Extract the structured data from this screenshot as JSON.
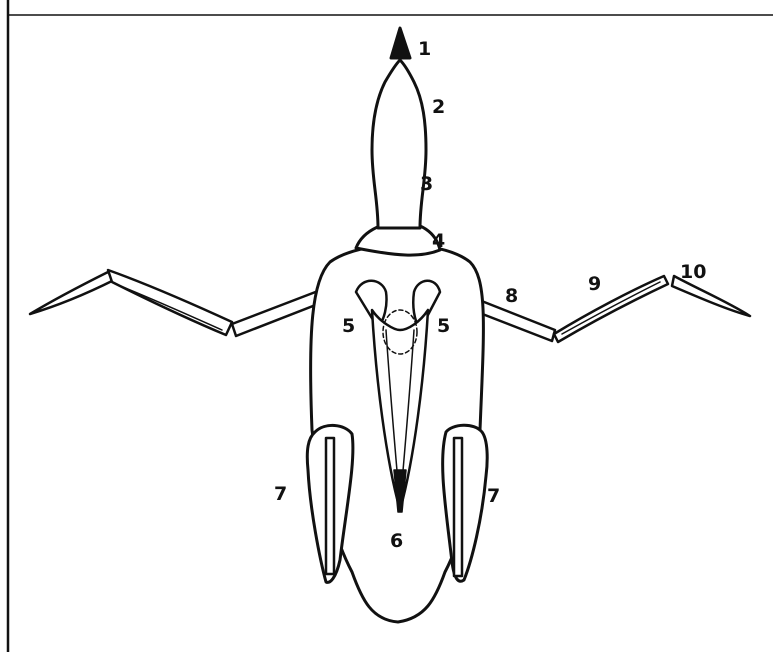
{
  "diagram": {
    "labels": {
      "n1": "1",
      "n2": "2",
      "n3": "3",
      "n4": "4",
      "n5_left": "5",
      "n5_right": "5",
      "n6": "6",
      "n7_left": "7",
      "n7_right": "7",
      "n8": "8",
      "n9": "9",
      "n10": "10"
    }
  },
  "colors": {
    "ink": "#111111",
    "paper": "#ffffff"
  }
}
